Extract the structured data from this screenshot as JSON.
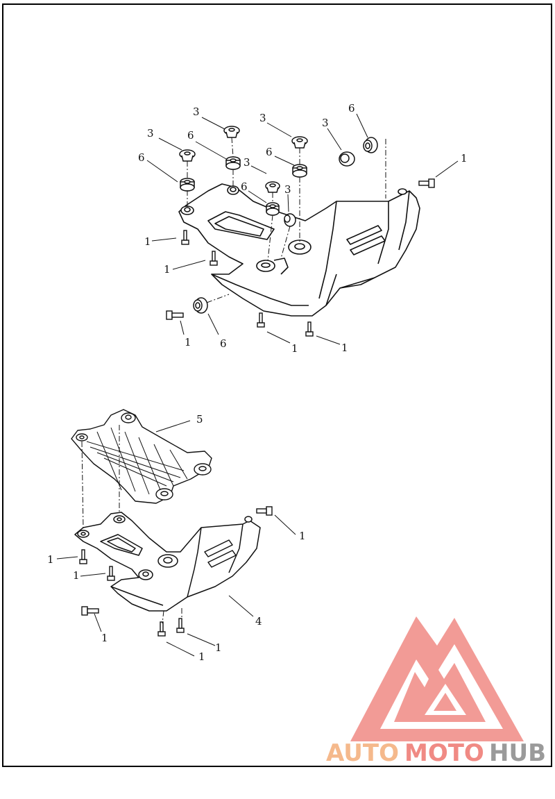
{
  "diagram": {
    "callouts": {
      "upper_3a": "3",
      "upper_3b": "3",
      "upper_3c": "3",
      "upper_3d": "3",
      "upper_3e": "3",
      "upper_3f": "3",
      "upper_6a": "6",
      "upper_6b": "6",
      "upper_6c": "6",
      "upper_6d": "6",
      "upper_6e": "6",
      "upper_6f": "6",
      "upper_1a": "1",
      "upper_1b": "1",
      "upper_1c": "1",
      "upper_1d": "1",
      "upper_1e": "1",
      "upper_1f": "1",
      "lower_5": "5",
      "lower_4": "4",
      "lower_1a": "1",
      "lower_1b": "1",
      "lower_1c": "1",
      "lower_1d": "1",
      "lower_1e": "1",
      "lower_1f": "1"
    }
  },
  "watermark": {
    "word_auto": "AUTO",
    "word_moto": "MOTO",
    "word_hub": "HUB",
    "colors": {
      "auto": "#f5b98c",
      "moto": "#f08a84",
      "hub": "#9a9a9a",
      "logo": "#f08a84"
    }
  }
}
